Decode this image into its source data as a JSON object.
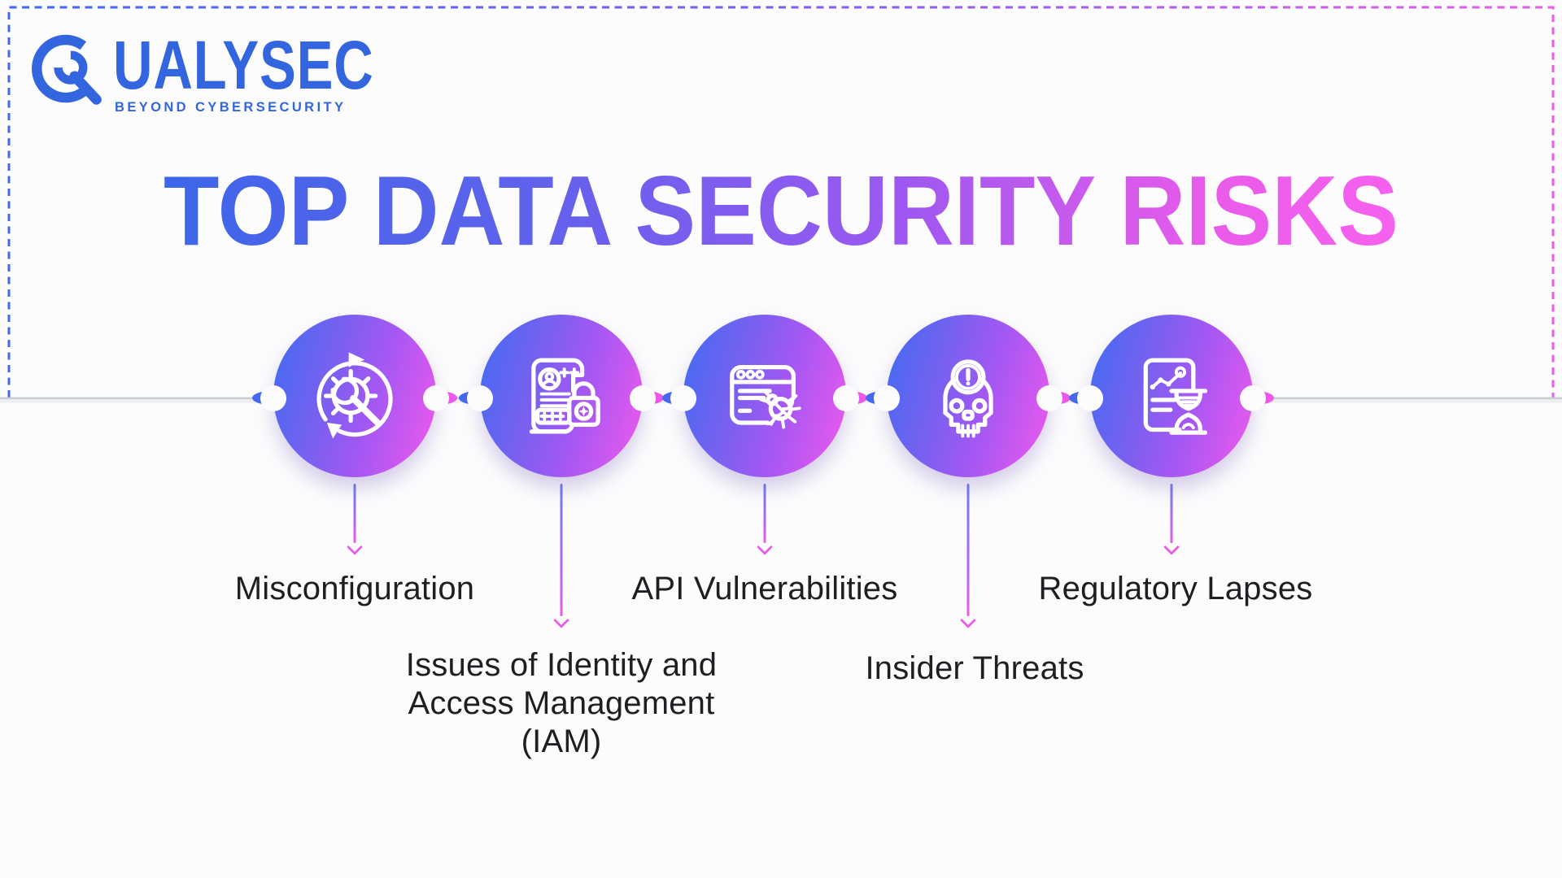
{
  "brand": {
    "name": "QUALYSEC",
    "wordmark_rest": "UALYSEC",
    "tagline": "BEYOND CYBERSECURITY"
  },
  "title": "TOP DATA SECURITY RISKS",
  "risks": [
    {
      "label": "Misconfiguration",
      "icon": "misconfiguration-gear-wrench-icon"
    },
    {
      "label": "Issues of Identity and Access Management (IAM)",
      "icon": "identity-access-document-lock-icon"
    },
    {
      "label": "API Vulnerabilities",
      "icon": "browser-bug-icon"
    },
    {
      "label": "Insider Threats",
      "icon": "skull-warning-icon"
    },
    {
      "label": "Regulatory Lapses",
      "icon": "report-hourglass-icon"
    }
  ],
  "colors": {
    "brand_blue": "#3366DE",
    "gradient_blue": "#3E66E9",
    "gradient_violet": "#9C59F2",
    "gradient_magenta": "#F05CEC",
    "divider_gray": "#C9CCD2",
    "text_dark": "#1F1F23",
    "background": "#FCFCFD"
  }
}
